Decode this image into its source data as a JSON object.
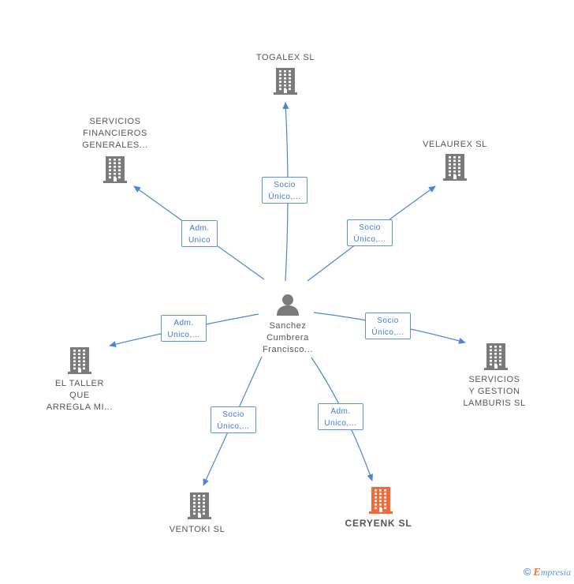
{
  "center": {
    "lines": [
      "Sanchez",
      "Cumbrera",
      "Francisco..."
    ]
  },
  "nodes": [
    {
      "id": "togalex",
      "lines": [
        "TOGALEX SL"
      ],
      "highlight": false
    },
    {
      "id": "servicios-financieros",
      "lines": [
        "SERVICIOS",
        "FINANCIEROS",
        "GENERALES..."
      ],
      "highlight": false
    },
    {
      "id": "velaurex",
      "lines": [
        "VELAUREX SL"
      ],
      "highlight": false
    },
    {
      "id": "el-taller",
      "lines": [
        "EL TALLER",
        "QUE",
        "ARREGLA MI..."
      ],
      "highlight": false
    },
    {
      "id": "lamburis",
      "lines": [
        "SERVICIOS",
        "Y GESTION",
        "LAMBURIS SL"
      ],
      "highlight": false
    },
    {
      "id": "ventoki",
      "lines": [
        "VENTOKI SL"
      ],
      "highlight": false
    },
    {
      "id": "ceryenk",
      "lines": [
        "CERYENK SL"
      ],
      "highlight": true
    }
  ],
  "edges": [
    {
      "to": "togalex",
      "lines": [
        "Socio",
        "Único,..."
      ]
    },
    {
      "to": "servicios-financieros",
      "lines": [
        "Adm.",
        "Unico"
      ]
    },
    {
      "to": "velaurex",
      "lines": [
        "Socio",
        "Único,..."
      ]
    },
    {
      "to": "el-taller",
      "lines": [
        "Adm.",
        "Unico,..."
      ]
    },
    {
      "to": "lamburis",
      "lines": [
        "Socio",
        "Único,..."
      ]
    },
    {
      "to": "ventoki",
      "lines": [
        "Socio",
        "Único,..."
      ]
    },
    {
      "to": "ceryenk",
      "lines": [
        "Adm.",
        "Unico,..."
      ]
    }
  ],
  "colors": {
    "edge": "#4a86d6",
    "building": "#7a7a7a",
    "building_highlight": "#f26a3a",
    "person": "#7a7a7a"
  },
  "footer": {
    "copyright": "©",
    "brand_initial": "E",
    "brand_rest": "mpresia"
  }
}
